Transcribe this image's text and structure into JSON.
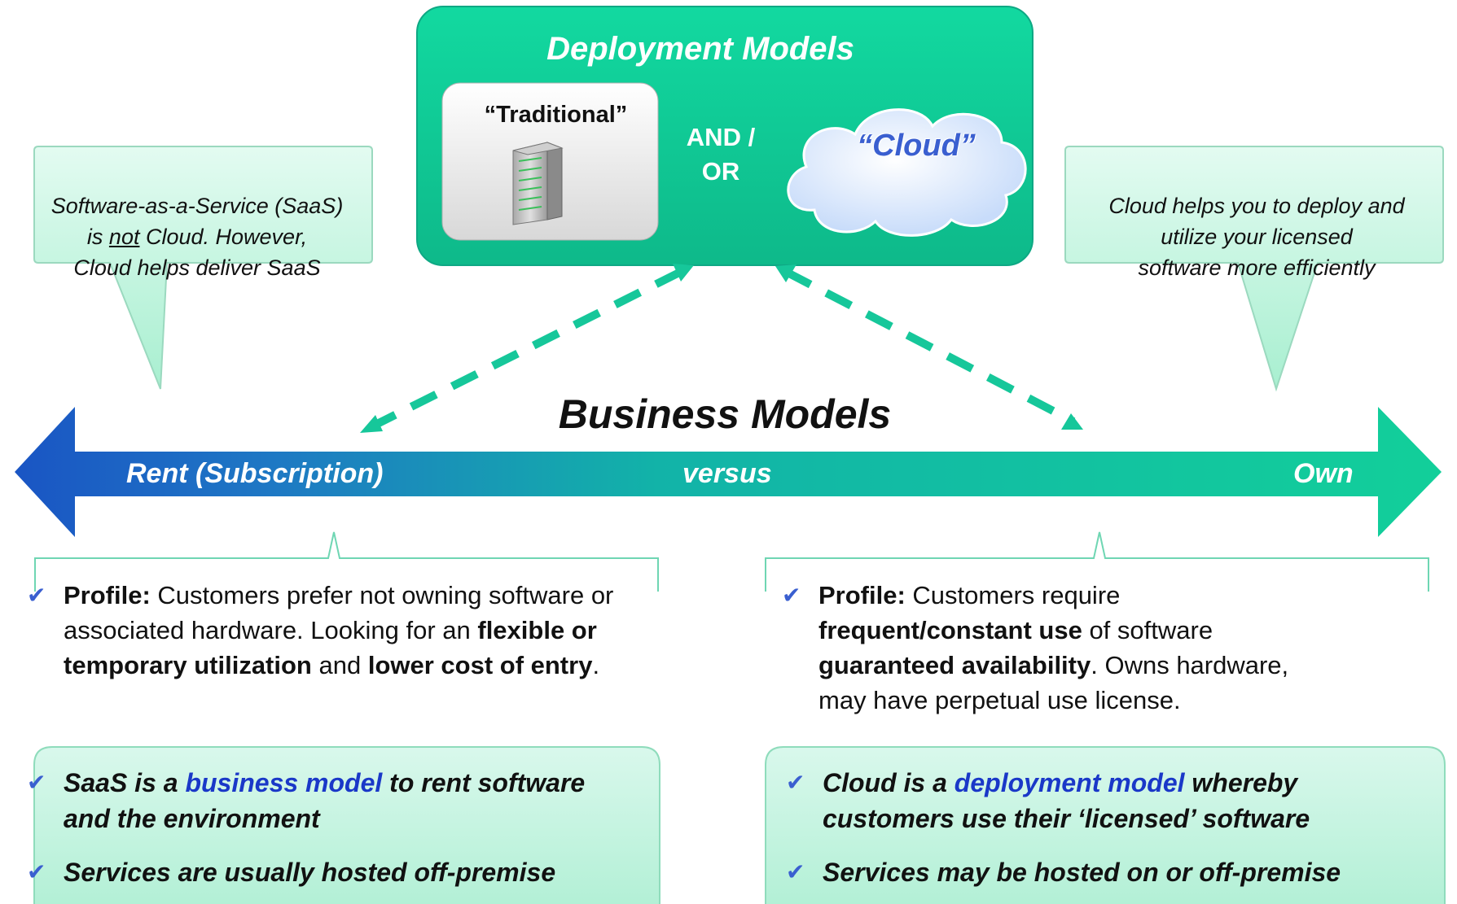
{
  "deployment": {
    "title": "Deployment Models",
    "traditional_label": "“Traditional”",
    "and_or_line1": "AND /",
    "and_or_line2": "OR",
    "cloud_label": "“Cloud”"
  },
  "callouts": {
    "left": {
      "line1": "Software-as-a-Service (SaaS)",
      "line2_pre": "is ",
      "line2_underlined": "not",
      "line2_post": " Cloud. However,",
      "line3": "Cloud helps deliver SaaS"
    },
    "right": {
      "line1": "Cloud helps you to deploy and",
      "line2": "utilize your licensed",
      "line3": "software more efficiently"
    }
  },
  "business": {
    "title": "Business Models",
    "rent_label": "Rent (Subscription)",
    "versus_label": "versus",
    "own_label": "Own"
  },
  "profiles": {
    "left": {
      "bold1": "Profile:",
      "text1": " Customers prefer not owning software or associated hardware. Looking for an ",
      "bold2": "flexible or temporary utilization",
      "text2": " and ",
      "bold3": "lower cost of entry",
      "text3": "."
    },
    "right": {
      "bold1": "Profile:",
      "text1": " Customers require ",
      "bold2": "frequent/constant use",
      "text2": " of software ",
      "bold3": "guaranteed availability",
      "text3": ". Owns hardware, may have perpetual use license."
    }
  },
  "notes": {
    "left": {
      "item1_pre": "SaaS is a ",
      "item1_hl": "business model",
      "item1_post": " to rent software and the environment",
      "item2": "Services are usually hosted off-premise"
    },
    "right": {
      "item1_pre": "Cloud is a ",
      "item1_hl": "deployment model",
      "item1_post": " whereby customers use their ‘licensed’ software",
      "item2": "Services may be hosted on or off-premise"
    }
  },
  "icons": {
    "check": "✔",
    "server": "server-tower-icon"
  },
  "colors": {
    "teal": "#13c99a",
    "blue": "#1a5fc0",
    "highlight": "#1a38c8"
  }
}
